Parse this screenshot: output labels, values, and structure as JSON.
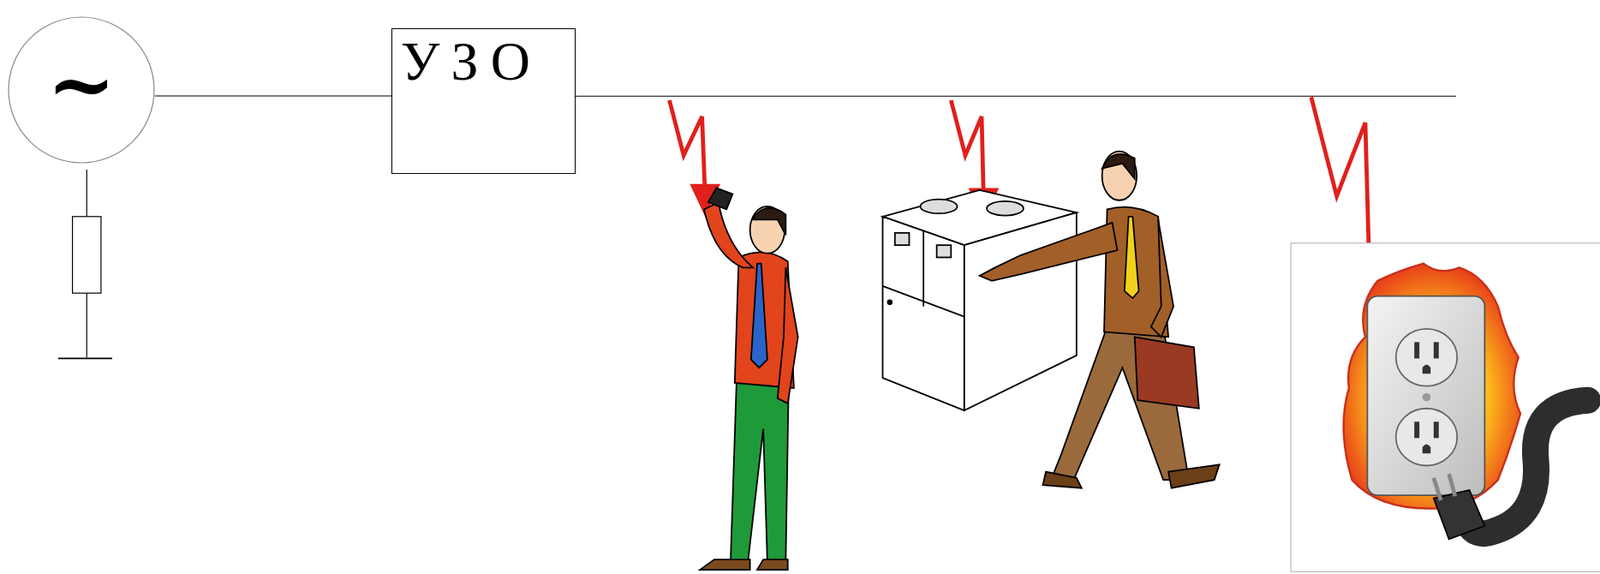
{
  "diagram": {
    "nodes": [
      {
        "text": [
          "~"
        ]
      },
      {
        "text": [
          "УЗО"
        ]
      }
    ],
    "edges": [
      {
        "from": 0,
        "to": 1,
        "arrow": "none"
      }
    ]
  }
}
